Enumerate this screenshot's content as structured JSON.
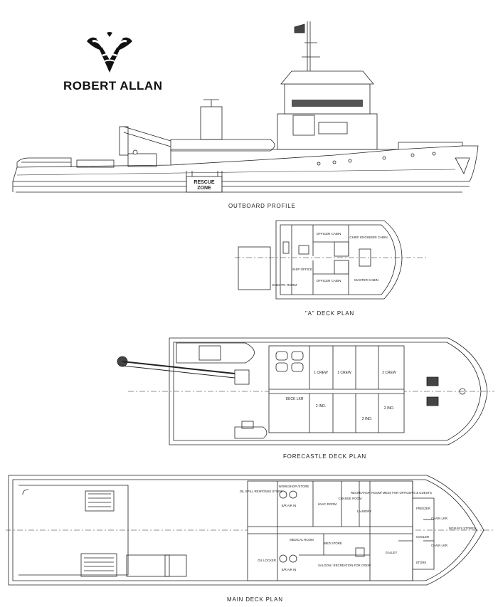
{
  "brand": {
    "name": "ROBERT ALLAN",
    "logo_icon": "zebra-logo-icon"
  },
  "captions": {
    "outboard": "OUTBOARD PROFILE",
    "a_deck": "\"A\" DECK PLAN",
    "forecastle": "FORECASTLE DECK PLAN",
    "main_deck": "MAIN DECK PLAN"
  },
  "profile_labels": {
    "rescue": "RESCUE",
    "zone": "ZONE"
  },
  "a_deck_rooms": {
    "officer1": "OFFICER CABIN",
    "chief": "CHIEF ENGINEER CABIN",
    "shipoffice": "SHIP OFFICE",
    "officer2": "OFFICER CABIN",
    "master": "MASTER CABIN",
    "electr": "ELECTR. ROOM"
  },
  "forecastle_rooms": {
    "crew1": "1 CREW",
    "crew2": "1 CREW",
    "crew3": "2 CREW",
    "decklkr": "DECK LKR",
    "ind1": "2 IND.",
    "ind2": "2 IND.",
    "ind3": "2 IND."
  },
  "main_deck_rooms": {
    "oilspill": "OIL SPILL RESPONSE STORE",
    "workshop": "WORKSHOP /STORE",
    "hvac": "HVAC ROOM",
    "change": "CHANGE ROOM",
    "laundry": "LAUNDRY",
    "recreation": "RECREATION ROOM/ MESS FOR OFFICER'S & GUESTS",
    "freezer": "FREEZER",
    "chainlkr1": "CHAIN LKR.",
    "chainlkr2": "CHAIN LKR.",
    "bosun": "BOSUN'S STORES",
    "cooler": "COOLER",
    "galley": "GALLEY",
    "store": "STORE",
    "medical": "MEDICAL ROOM",
    "medstore": "MED STORE",
    "saloon": "SALOON / RECREATION FOR CREW",
    "oillocker": "OIL LOCKER",
    "erair1": "E/R AIR IN",
    "erair2": "E/R AIR IN"
  }
}
